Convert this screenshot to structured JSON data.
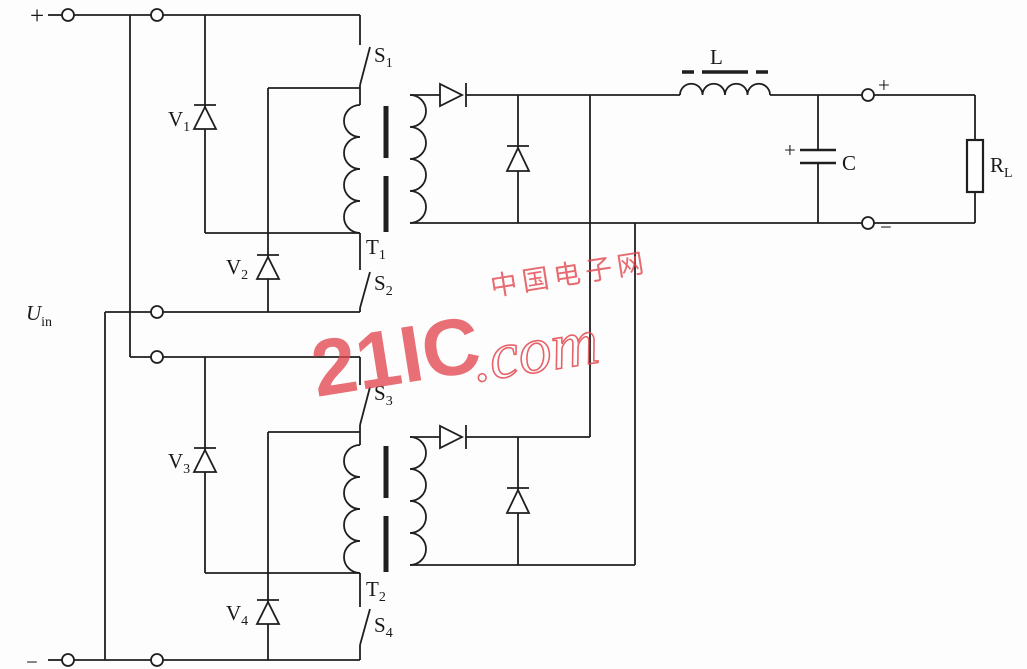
{
  "diagram": {
    "type": "circuit-schematic",
    "description": "Dual two-transistor forward DC-DC converter with shared LC output filter",
    "labels": {
      "input_plus": "+",
      "input_minus": "−",
      "u_in": {
        "base": "U",
        "sub": "in"
      },
      "v1": {
        "base": "V",
        "sub": "1"
      },
      "v2": {
        "base": "V",
        "sub": "2"
      },
      "v3": {
        "base": "V",
        "sub": "3"
      },
      "v4": {
        "base": "V",
        "sub": "4"
      },
      "s1": {
        "base": "S",
        "sub": "1"
      },
      "s2": {
        "base": "S",
        "sub": "2"
      },
      "s3": {
        "base": "S",
        "sub": "3"
      },
      "s4": {
        "base": "S",
        "sub": "4"
      },
      "t1": {
        "base": "T",
        "sub": "1"
      },
      "t2": {
        "base": "T",
        "sub": "2"
      },
      "inductor": "L",
      "capacitor": "C",
      "cap_plus": "+",
      "output_plus": "+",
      "output_minus": "−",
      "load": {
        "base": "R",
        "sub": "L"
      }
    },
    "watermark": {
      "brand": "21IC",
      "suffix": ".com",
      "chinese": "中国电子网",
      "color": "#e2484f"
    }
  }
}
